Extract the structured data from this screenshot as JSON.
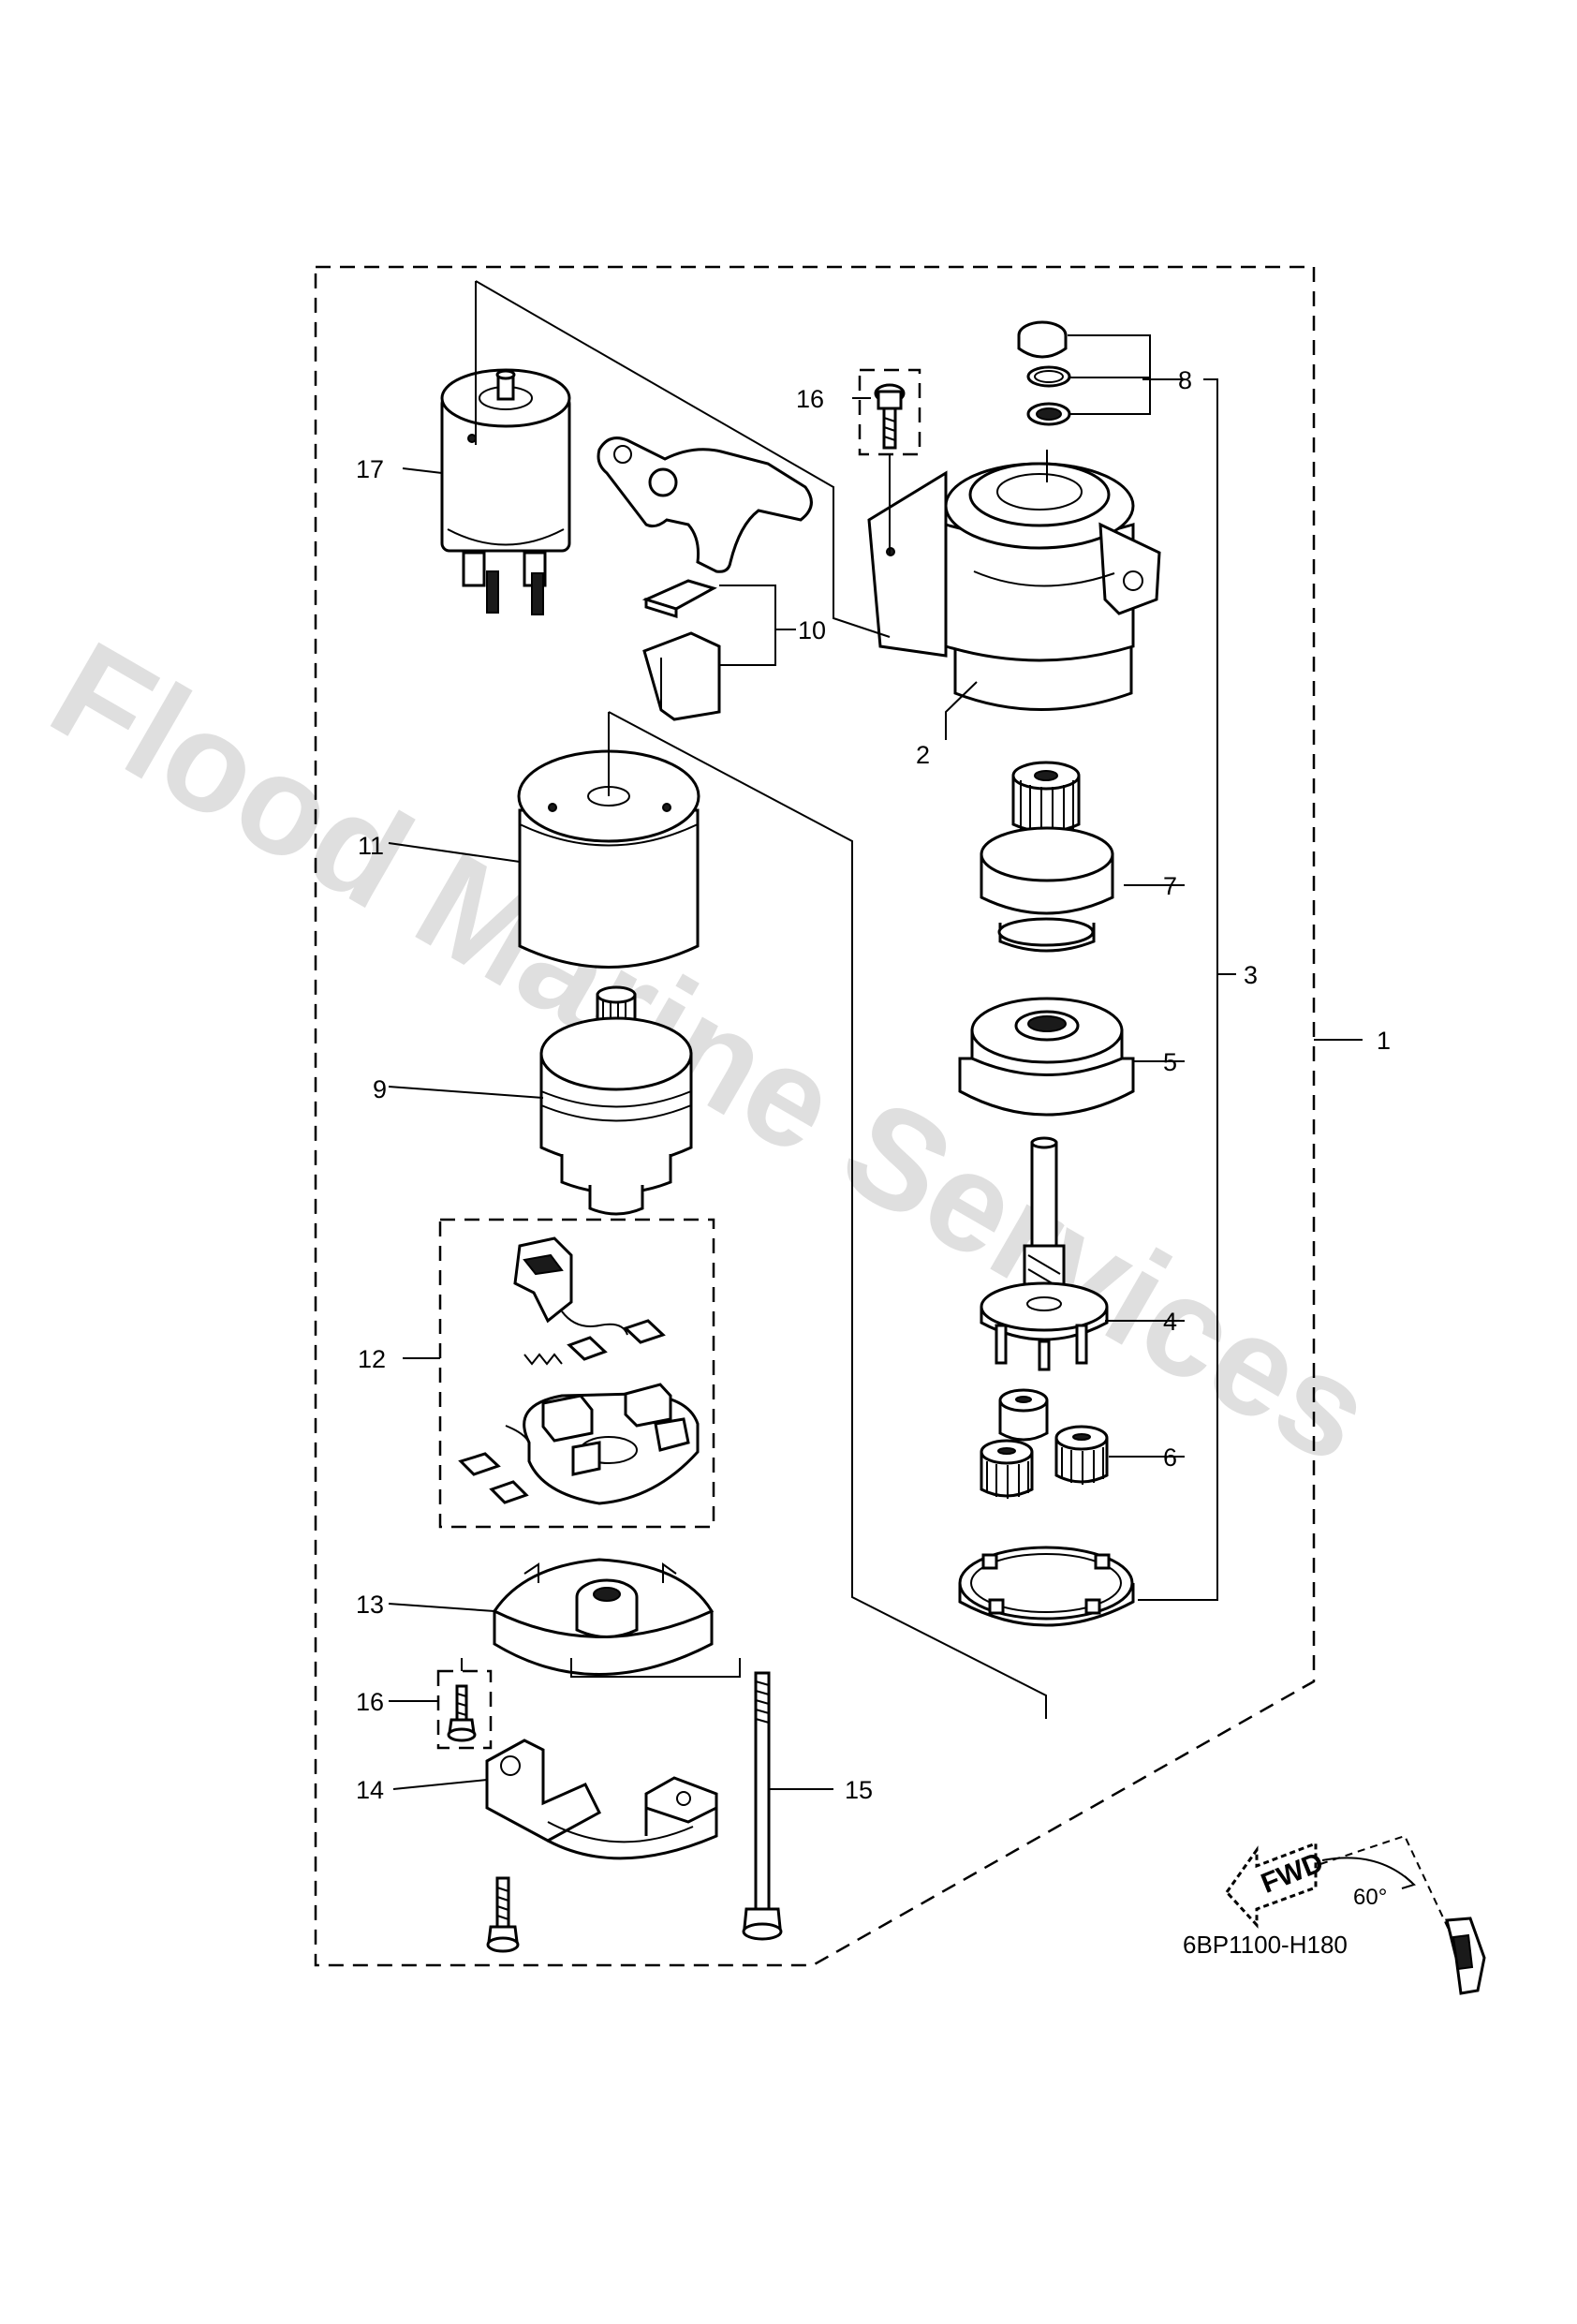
{
  "diagram": {
    "watermark": "Flood Marine Services",
    "part_code": "6BP1100-H180",
    "fwd_label": "FWD",
    "angle_label": "60°",
    "callouts": {
      "c1": "1",
      "c2": "2",
      "c3": "3",
      "c4": "4",
      "c5": "5",
      "c6": "6",
      "c7": "7",
      "c8": "8",
      "c9": "9",
      "c10": "10",
      "c11": "11",
      "c12": "12",
      "c13": "13",
      "c14": "14",
      "c15": "15",
      "c16a": "16",
      "c16b": "16",
      "c17": "17"
    }
  }
}
